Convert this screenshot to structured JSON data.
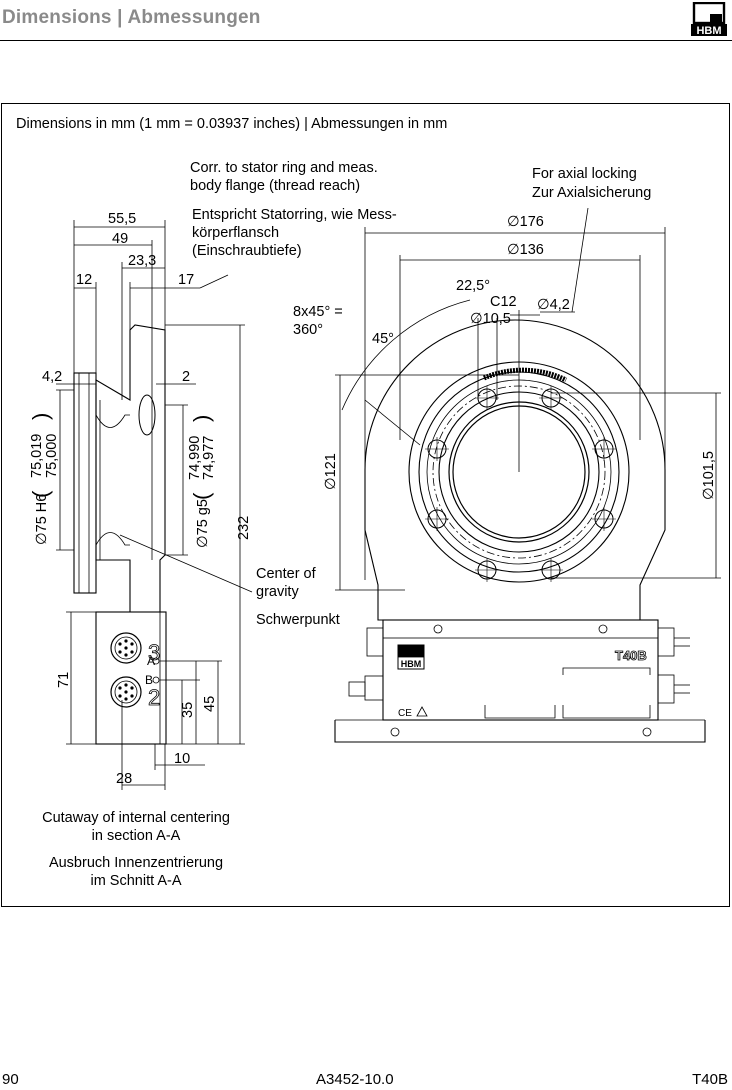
{
  "header": {
    "title": "Dimensions | Abmessungen",
    "logo_text": "HBM"
  },
  "figure": {
    "caption": "Dimensions in mm (1 mm = 0.03937 inches) | Abmessungen in mm",
    "annotations": {
      "corr_en_1": "Corr. to stator ring and meas.",
      "corr_en_2": "body flange (thread reach)",
      "corr_de_1": "Entspricht Statorring, wie Mess-",
      "corr_de_2": "körperflansch",
      "corr_de_3": "(Einschraubtiefe)",
      "axial_en": "For axial locking",
      "axial_de": "Zur Axialsicherung",
      "cog_en_1": "Center of",
      "cog_en_2": "gravity",
      "cog_de": "Schwerpunkt",
      "cutaway_en_1": "Cutaway of internal centering",
      "cutaway_en_2": "in section A-A",
      "cutaway_de_1": "Ausbruch Innenzentrierung",
      "cutaway_de_2": "im Schnitt A-A",
      "angle_1": "8x45° =",
      "angle_2": "360°"
    },
    "dimensions": {
      "d55_5": "55,5",
      "d49": "49",
      "d23_3": "23,3",
      "d12": "12",
      "d17": "17",
      "d4_2": "4,2",
      "d2": "2",
      "d232": "232",
      "d71": "71",
      "d35": "35",
      "d45": "45",
      "d10": "10",
      "d28": "28",
      "h6_label": "∅75 H6",
      "h6_upper": "75,019",
      "h6_lower": "75,000",
      "g5_label": "∅75 g5",
      "g5_upper": "74,990",
      "g5_lower": "74,977",
      "dia176": "∅176",
      "dia136": "∅136",
      "dia121": "∅121",
      "dia101_5": "∅101,5",
      "dia10_5": "∅10,5",
      "dia4_2": "∅4,2",
      "c12": "C12",
      "ang22_5": "22,5°",
      "ang45": "45°",
      "conn_3": "3",
      "conn_2": "2",
      "conn_a": "A",
      "conn_b": "B",
      "label_t40b": "T40B",
      "label_hbm": "HBM",
      "label_ce": "CE"
    }
  },
  "footer": {
    "page_number": "90",
    "doc_number": "A3452-10.0",
    "product": "T40B"
  },
  "colors": {
    "header_title": "#8a8a8a",
    "lines": "#000000"
  }
}
